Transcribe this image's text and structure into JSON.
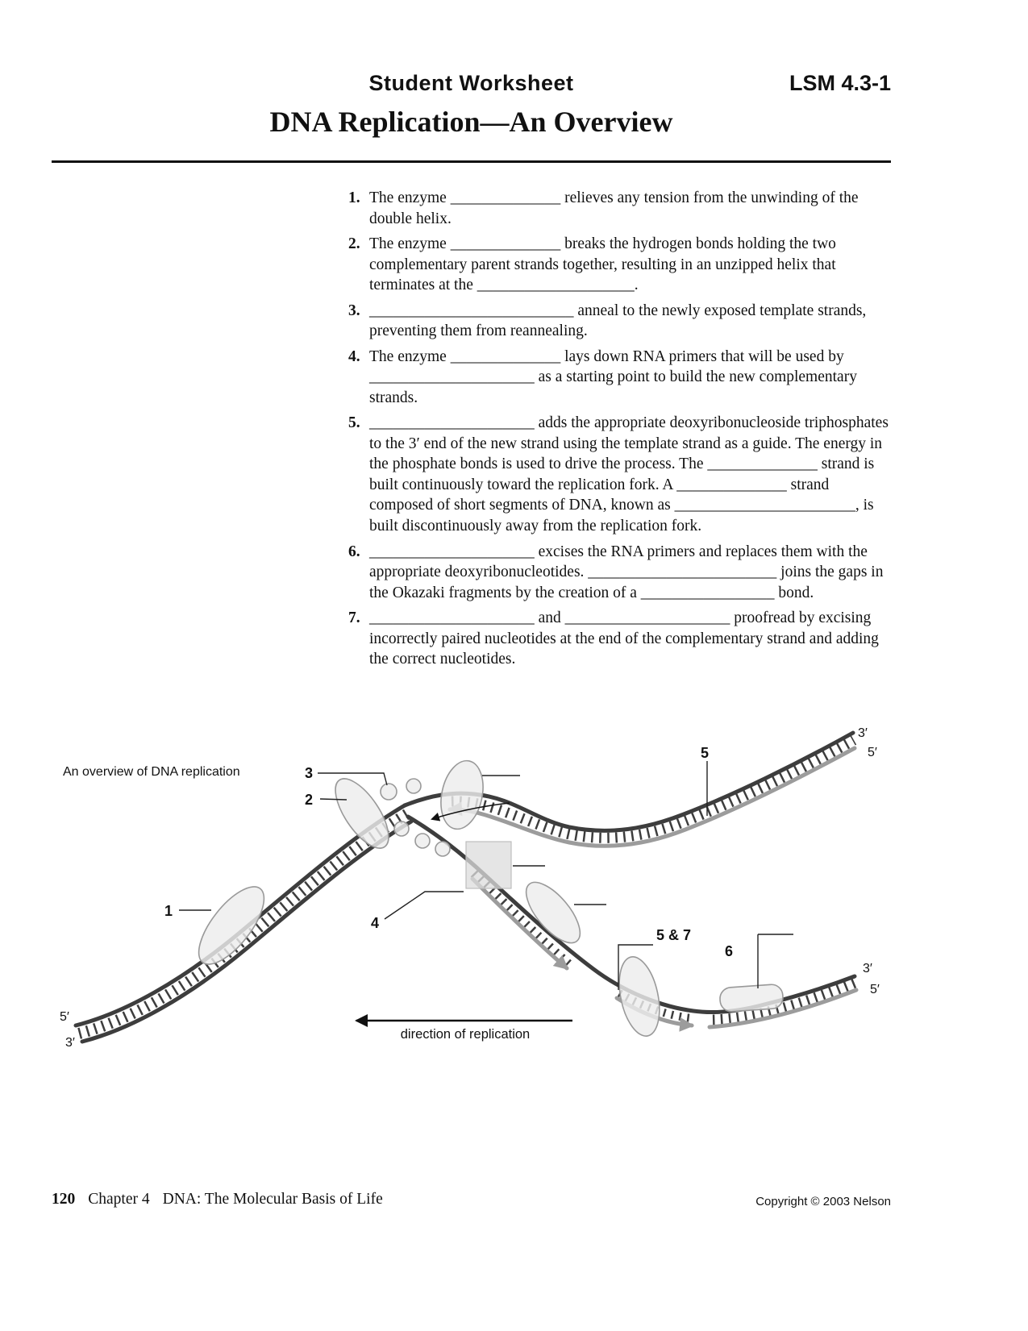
{
  "header": {
    "worksheet_label": "Student Worksheet",
    "code": "LSM 4.3-1",
    "title": "DNA Replication—An Overview"
  },
  "questions": [
    {
      "number": "1.",
      "text": "The enzyme ______________ relieves any tension from the unwinding of the double helix."
    },
    {
      "number": "2.",
      "text": "The enzyme ______________ breaks the hydrogen bonds holding the two complementary parent strands together, resulting in an unzipped helix that terminates at the ____________________."
    },
    {
      "number": "3.",
      "text": "__________________________ anneal to the newly exposed template strands, preventing them from reannealing."
    },
    {
      "number": "4.",
      "text": "The enzyme ______________ lays down RNA primers that will be used by _____________________ as a starting point to build the new complementary strands."
    },
    {
      "number": "5.",
      "text": "_____________________ adds the appropriate deoxyribonucleoside triphosphates to the 3′ end of the new strand using the template strand as a guide. The energy in the phosphate bonds is used to drive the process. The ______________ strand is built continuously toward the replication fork. A ______________ strand composed of short segments of DNA, known as _______________________, is built discontinuously away from the replication fork."
    },
    {
      "number": "6.",
      "text": "_____________________ excises the RNA primers and replaces them with the appropriate deoxyribonucleotides. ________________________ joins the gaps in the Okazaki fragments by the creation of a _________________ bond."
    },
    {
      "number": "7.",
      "text": "_____________________ and _____________________ proofread by excising incorrectly paired nucleotides at the end of the complementary strand and adding the correct nucleotides."
    }
  ],
  "diagram": {
    "caption": "An overview of DNA replication",
    "direction_label": "direction of replication",
    "labels": {
      "n1": "1",
      "n2": "2",
      "n3": "3",
      "n4": "4",
      "n5": "5",
      "n5_7": "5 & 7",
      "n6": "6",
      "top_right_3prime": "3′",
      "top_right_5prime": "5′",
      "right_3prime": "3′",
      "right_5prime": "5′",
      "bottom_left_5prime": "5′",
      "bottom_left_3prime": "3′"
    },
    "colors": {
      "template_strand": "#3d3d3d",
      "new_strand": "#9c9c9c",
      "enzyme_fill": "#ededed",
      "enzyme_stroke": "#999999"
    }
  },
  "footer": {
    "page_number": "120",
    "chapter_label": "Chapter 4",
    "book_section": "DNA: The Molecular Basis of Life",
    "copyright": "Copyright © 2003 Nelson"
  }
}
